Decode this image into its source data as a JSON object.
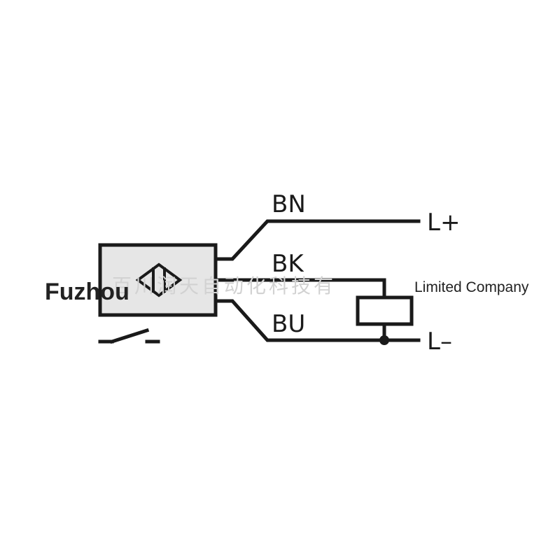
{
  "wires": {
    "brown": "BN",
    "black": "BK",
    "blue": "BU"
  },
  "terminals": {
    "positive": "L+",
    "negative": "L–"
  },
  "watermark": {
    "prefix": "Fuzhou",
    "middle": "百川润天自动化科技有",
    "suffix": "Limited Company"
  },
  "colors": {
    "line": "#1a1a1a",
    "sensor_fill": "#e6e6e6",
    "watermark_light": "#d2d2d2",
    "watermark_dark": "#222222"
  }
}
